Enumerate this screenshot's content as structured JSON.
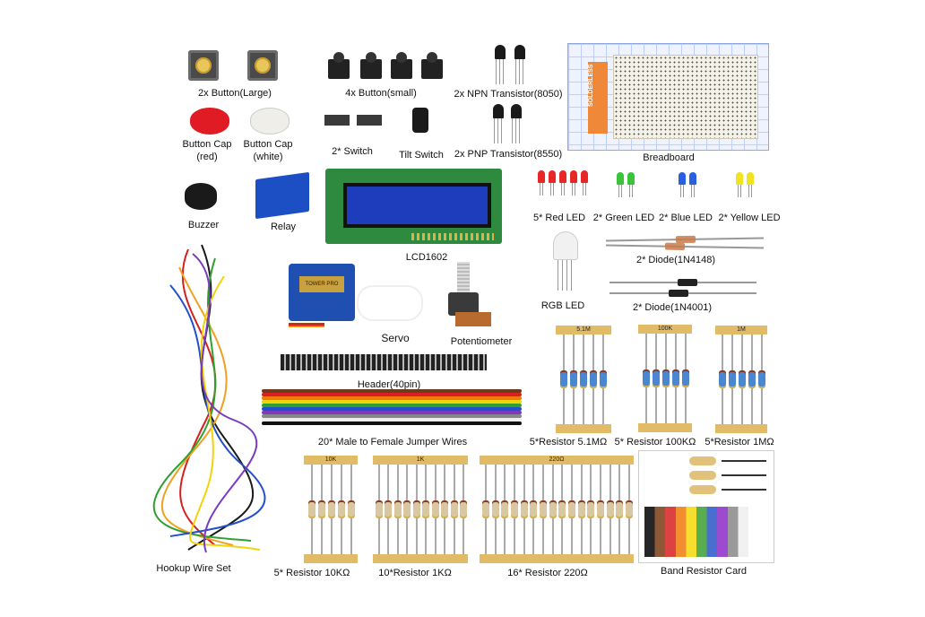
{
  "labels": {
    "button_large": "2x Button(Large)",
    "button_small": "4x Button(small)",
    "npn": "2x NPN Transistor(8050)",
    "pnp": "2x PNP Transistor(8550)",
    "breadboard": "Breadboard",
    "breadboard_brand": "SOLDERLESS",
    "cap_red_1": "Button Cap",
    "cap_red_2": "(red)",
    "cap_white_1": "Button Cap",
    "cap_white_2": "(white)",
    "switch": "2* Switch",
    "tilt_switch": "Tilt Switch",
    "buzzer": "Buzzer",
    "relay": "Relay",
    "lcd": "LCD1602",
    "red_led": "5* Red LED",
    "green_led": "2* Green LED",
    "blue_led": "2* Blue LED",
    "yellow_led": "2* Yellow LED",
    "rgb_led": "RGB LED",
    "diode_4148": "2* Diode(1N4148)",
    "diode_4001": "2* Diode(1N4001)",
    "servo": "Servo",
    "servo_brand": "TOWER PRO",
    "potentiometer": "Potentiometer",
    "header": "Header(40pin)",
    "jumper": "20* Male to Female Jumper Wires",
    "res_51m": "5*Resistor 5.1MΩ",
    "res_100k": "5* Resistor 100KΩ",
    "res_1m": "5*Resistor 1MΩ",
    "tape_51m": "5.1M",
    "tape_100k": "100K",
    "tape_1m": "1M",
    "tape_10k": "10K",
    "tape_1k": "1K",
    "tape_220": "220Ω",
    "hookup": "Hookup Wire Set",
    "res_10k": "5* Resistor 10KΩ",
    "res_1k": "10*Resistor 1KΩ",
    "res_220": "16* Resistor 220Ω",
    "band_card": "Band Resistor Card"
  },
  "colors": {
    "background": "#ffffff",
    "lcd_board": "#2e8a3e",
    "lcd_screen": "#1d3dbd",
    "resistor_tape": "#e2bb66",
    "servo_blue": "#1f4fb0",
    "relay_blue": "#1d4fc4"
  },
  "jumper_colors": [
    "#6b3a1f",
    "#d92020",
    "#f07a0a",
    "#f2d30a",
    "#2fa030",
    "#2250c8",
    "#7b3bc0",
    "#888888",
    "#eeeeee",
    "#111111"
  ]
}
